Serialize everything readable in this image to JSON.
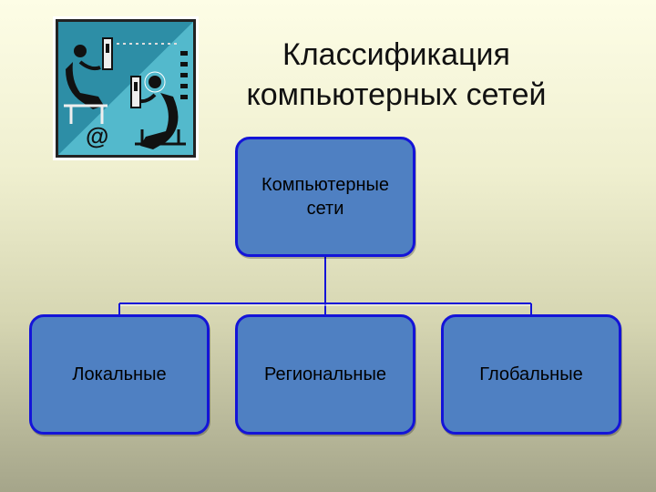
{
  "title": {
    "line1": "Классификация",
    "line2": "компьютерных сетей"
  },
  "logo": {
    "icon": "network-users-icon",
    "symbol": "@"
  },
  "diagram": {
    "root": {
      "line1": "Компьютерные",
      "line2": "сети"
    },
    "children": [
      {
        "label": "Локальные"
      },
      {
        "label": "Региональные"
      },
      {
        "label": "Глобальные"
      }
    ]
  },
  "colors": {
    "node_fill": "#4f80c2",
    "node_border": "#1414d8",
    "logo_teal": "#3c9fb4"
  }
}
